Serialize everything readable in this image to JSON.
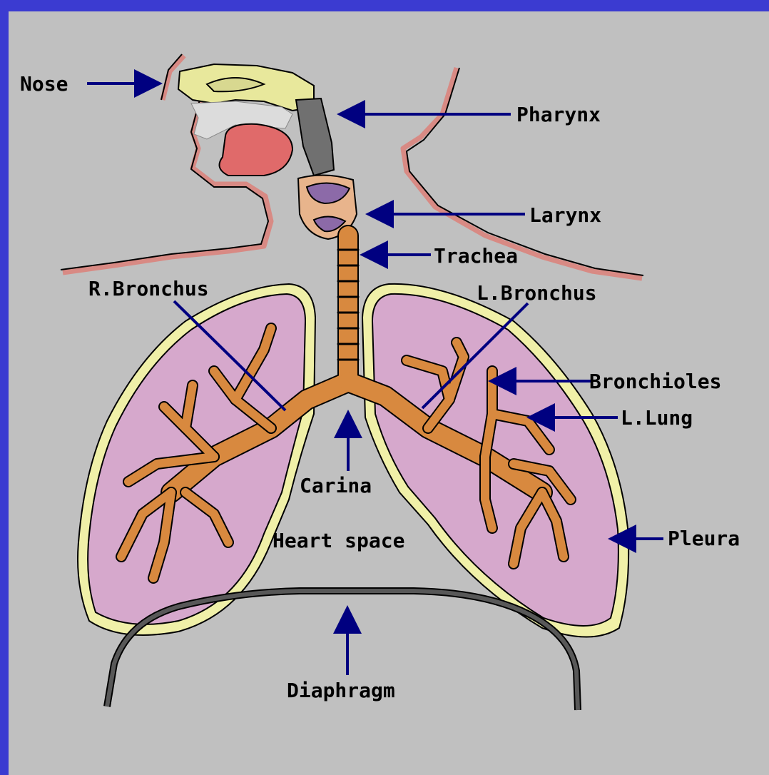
{
  "title": "",
  "colors": {
    "border": "#3b3bd1",
    "background": "#c0c0c0",
    "pointer": "#000080",
    "skin": "#d88a84",
    "lung": "#d6a8cc",
    "pleura": "#f0f0a8",
    "airway": "#d8893f",
    "diaphragm": "#585858"
  },
  "labels": {
    "nose": "Nose",
    "pharynx": "Pharynx",
    "larynx": "Larynx",
    "trachea": "Trachea",
    "r_bronchus": "R.Bronchus",
    "l_bronchus": "L.Bronchus",
    "bronchioles": "Bronchioles",
    "l_lung": "L.Lung",
    "carina": "Carina",
    "heart_space": "Heart space",
    "pleura": "Pleura",
    "diaphragm": "Diaphragm"
  }
}
